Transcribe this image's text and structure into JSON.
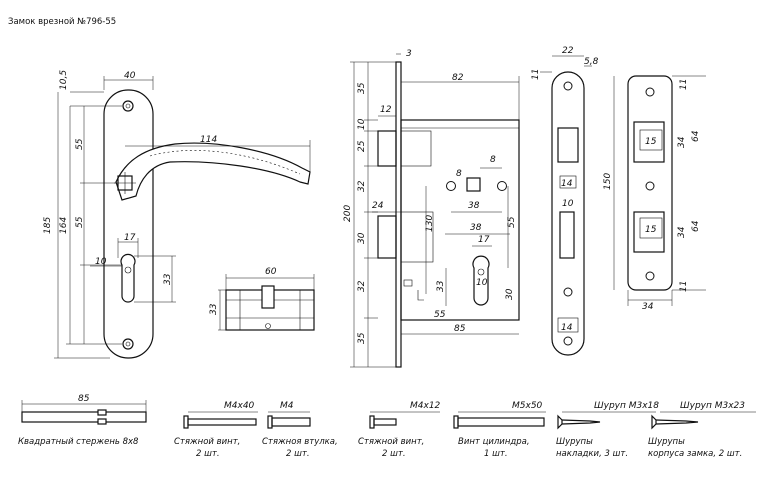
{
  "title": "Замок врезной №796-55",
  "handle": {
    "dims": {
      "top": "10,5",
      "width": "40",
      "upper": "55",
      "lower": "55",
      "middle": "164",
      "total": "185",
      "lever": "114",
      "cyl_w": "17",
      "cyl_d": "10",
      "cyl_h": "33"
    }
  },
  "cylinder": {
    "len": "60",
    "h": "33"
  },
  "lock_body": {
    "dims": {
      "plate": "3",
      "depth": "82",
      "d35a": "35",
      "d10": "10",
      "d12": "12",
      "d25": "25",
      "d32a": "32",
      "d24": "24",
      "d8a": "8",
      "d8b": "8",
      "d38a": "38",
      "d38b": "38",
      "d55v": "55",
      "d130": "130",
      "d200": "200",
      "d30a": "30",
      "d17": "17",
      "d33": "33",
      "d10b": "10",
      "d30b": "30",
      "d32b": "32",
      "d35b": "35",
      "d55h": "55",
      "d85h": "85"
    }
  },
  "side": {
    "dims": {
      "w22": "22",
      "w58": "5,8",
      "h11": "11",
      "h14a": "14",
      "h10": "10",
      "h14b": "14"
    }
  },
  "strike": {
    "dims": {
      "h11a": "11",
      "h15a": "15",
      "h34a": "34",
      "h64a": "64",
      "h150": "150",
      "h15b": "15",
      "h34b": "34",
      "h64b": "64",
      "h11b": "11",
      "w34": "34"
    }
  },
  "parts": [
    {
      "dim": "85",
      "label1": "Квадратный стержень 8х8",
      "label2": ""
    },
    {
      "dim": "M4x40",
      "label1": "Стяжной винт,",
      "label2": "2 шт."
    },
    {
      "dim": "M4",
      "label1": "Стяжноя втулка,",
      "label2": "2 шт."
    },
    {
      "dim": "M4x12",
      "label1": "Стяжной винт,",
      "label2": "2 шт."
    },
    {
      "dim": "M5x50",
      "label1": "Винт цилиндра,",
      "label2": "1 шт."
    },
    {
      "dim": "Шуруп М3х18",
      "label1": "Шурупы",
      "label2": "накладки, 3 шт."
    },
    {
      "dim": "Шуруп М3х23",
      "label1": "Шурупы",
      "label2": "корпуса замка, 2 шт."
    }
  ]
}
